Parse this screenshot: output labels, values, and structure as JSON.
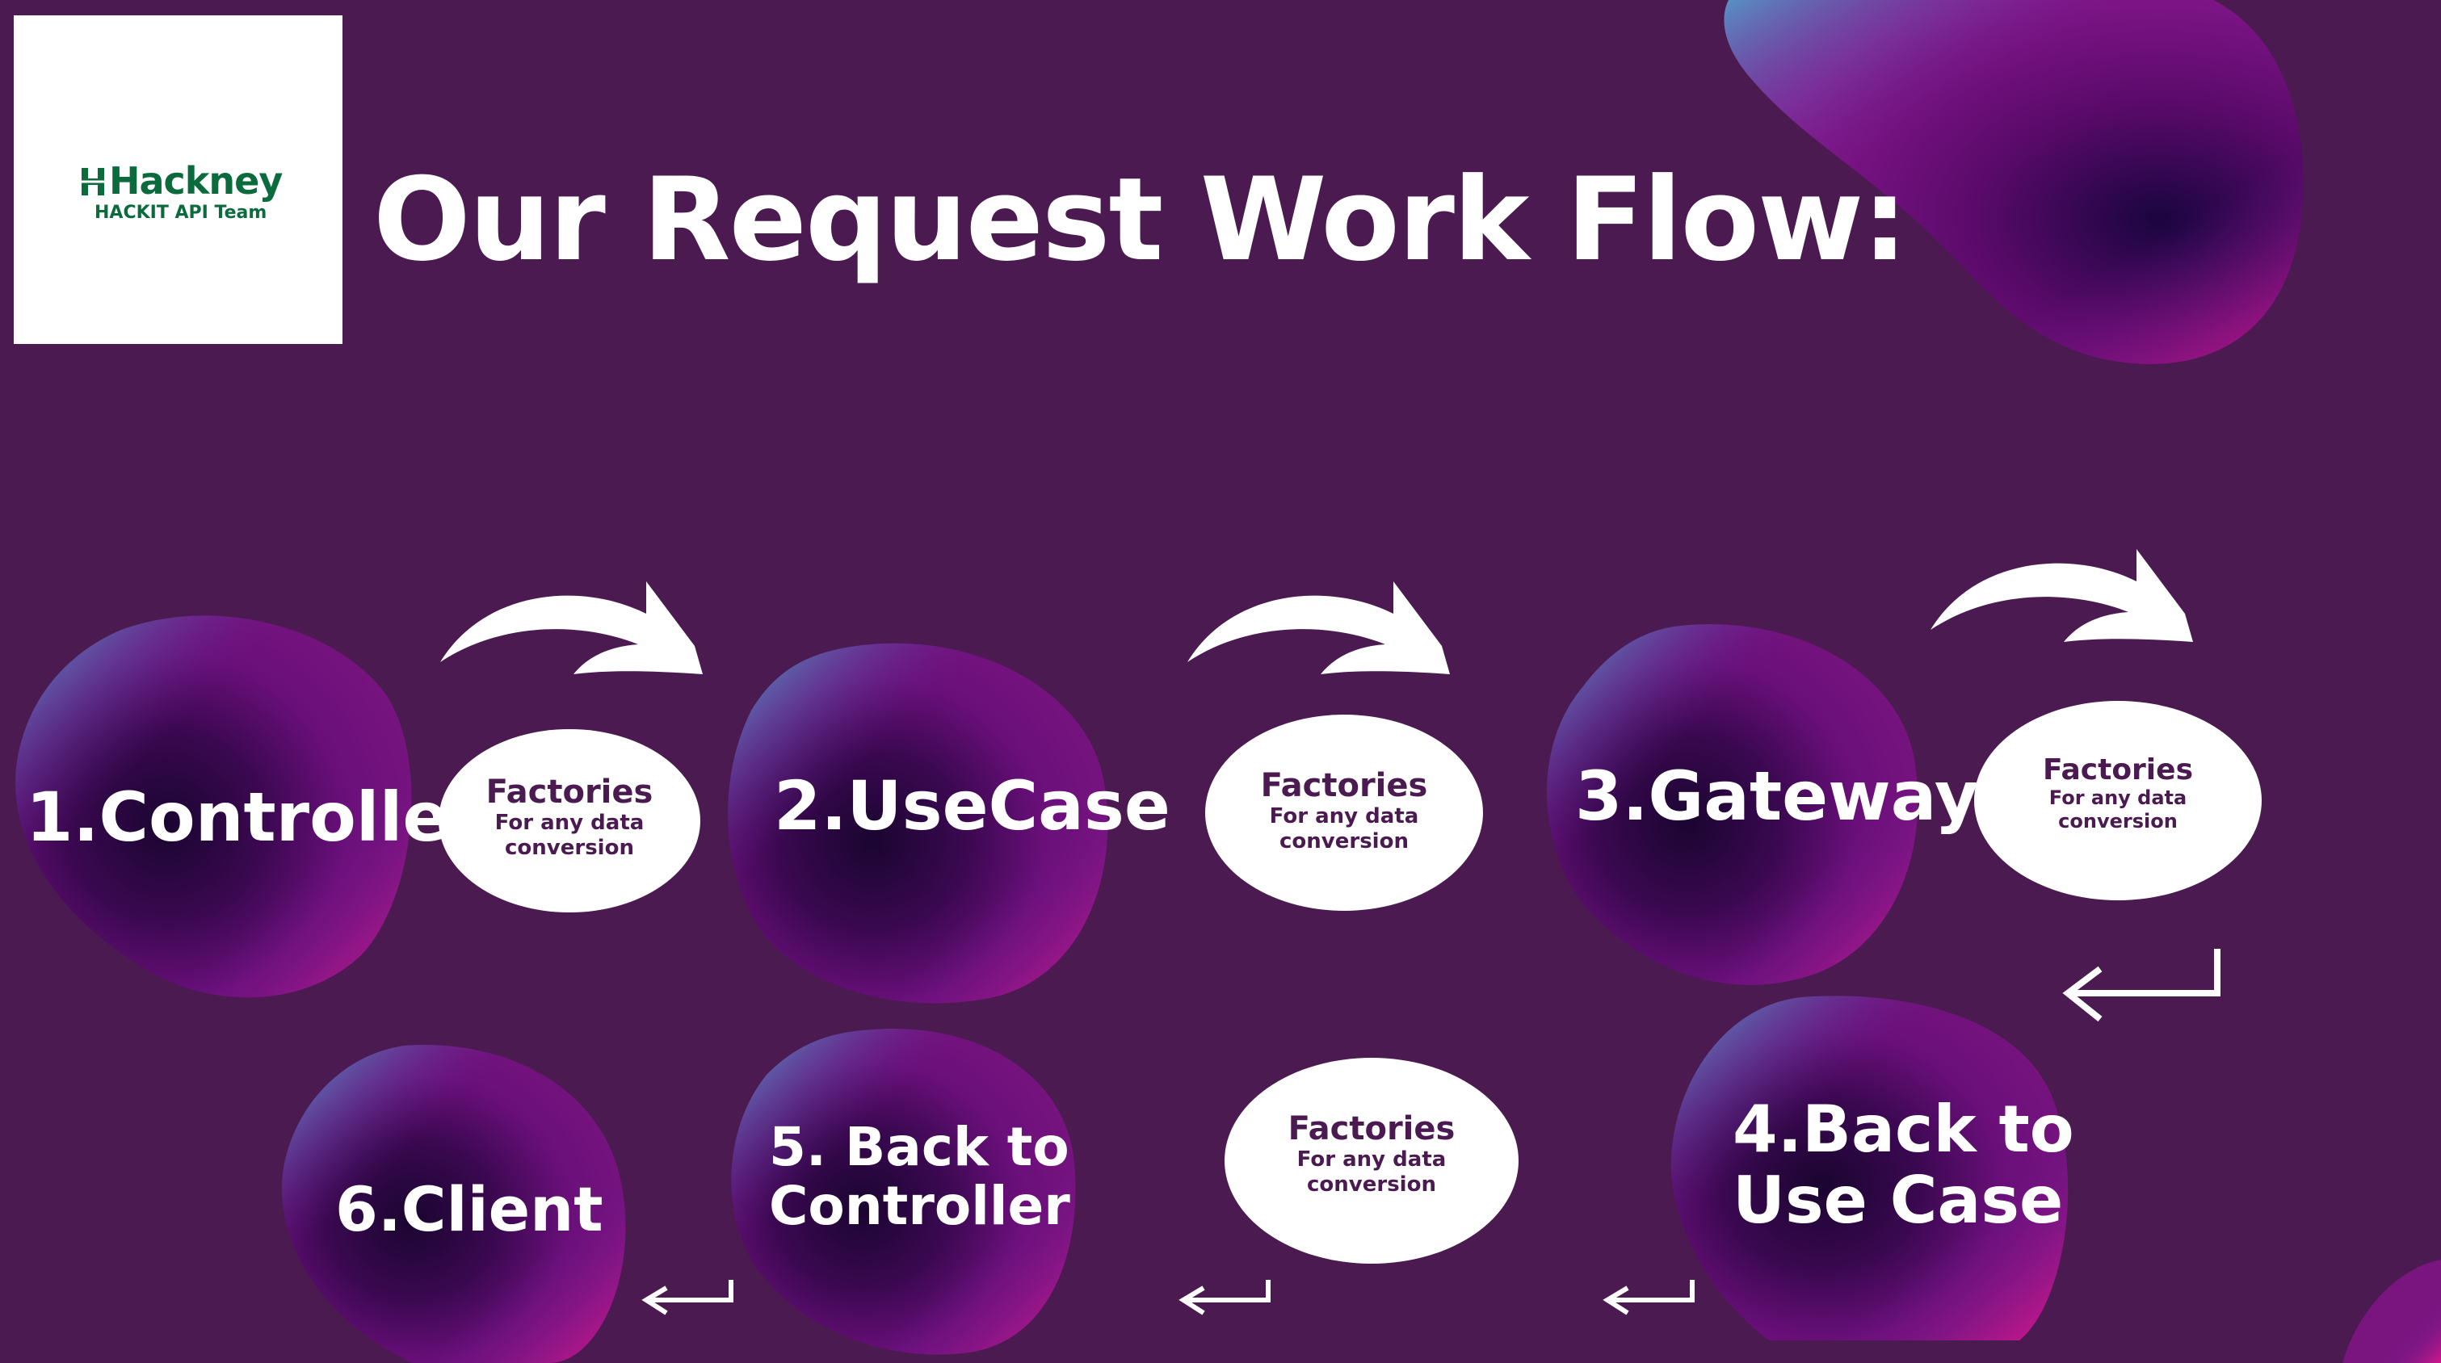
{
  "logo": {
    "brand": "Hackney",
    "sub_prefix": "HACKIT API",
    "sub_suffix": "Team"
  },
  "title": "Our Request Work Flow:",
  "steps": [
    {
      "label": "1.Controller"
    },
    {
      "label": "2.UseCase"
    },
    {
      "label": "3.Gateway"
    },
    {
      "label_line1": "4.Back to",
      "label_line2": "Use Case"
    },
    {
      "label_line1": "5. Back to",
      "label_line2": "Controller"
    },
    {
      "label": "6.Client"
    }
  ],
  "factories": [
    {
      "title": "Factories",
      "subtitle": "For any data conversion"
    },
    {
      "title": "Factories",
      "subtitle": "For any data conversion"
    },
    {
      "title": "Factories",
      "subtitle": "For any data conversion"
    },
    {
      "title": "Factories",
      "subtitle": "For any data conversion"
    }
  ],
  "colors": {
    "background": "#4a1a50",
    "blob_dark": "#1a0530",
    "blob_mid": "#6a0f7a",
    "blob_pink": "#e0178c",
    "blob_teal": "#4ab0d0",
    "logo_green": "#0c6b3c",
    "text": "#ffffff"
  }
}
